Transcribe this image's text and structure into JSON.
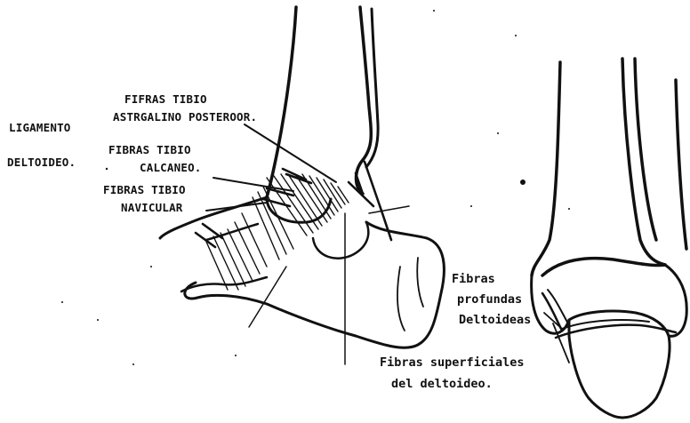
{
  "labels": {
    "ligamento": "LIGAMENTO",
    "deltoideo": "DELTOIDEO.",
    "fifras_tibio": "FIFRAS TIBIO",
    "astragalino_posterior": "ASTRGALINO POSTEROOR.",
    "fibras_tibio_calcaneo_1": "FIBRAS TIBIO",
    "fibras_tibio_calcaneo_2": "CALCANEO.",
    "fibras_tibio_navicular_1": "FIBRAS TIBIO",
    "fibras_tibio_navicular_2": "NAVICULAR",
    "fibras_profundas_1": "Fibras",
    "fibras_profundas_2": "profundas",
    "fibras_profundas_3": "Deltoideas",
    "fibras_superficiales_1": "Fibras superficiales",
    "fibras_superficiales_2": "del deltoideo."
  },
  "colors": {
    "ink": "#111111",
    "background": "#ffffff"
  }
}
